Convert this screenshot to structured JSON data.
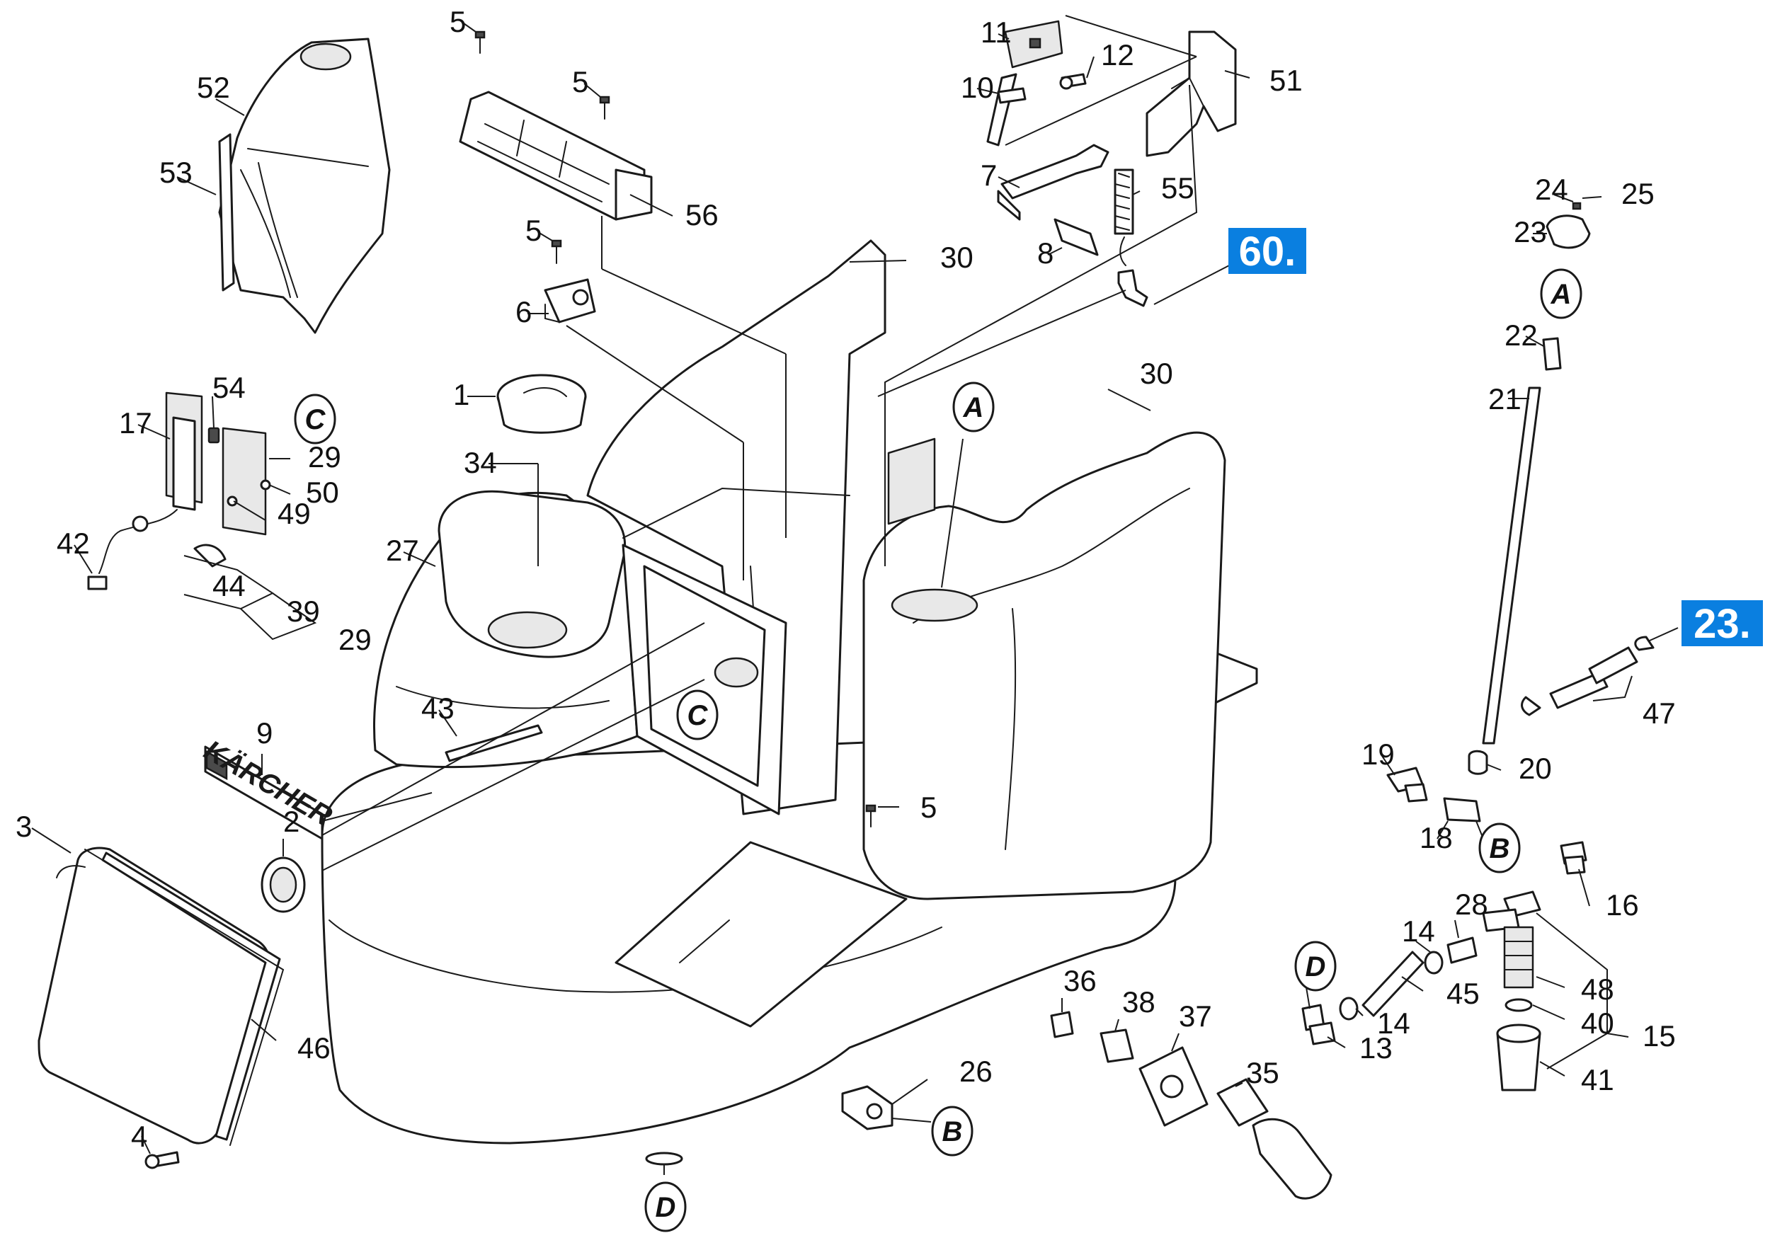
{
  "diagram": {
    "brand_logo_text": "KÄRCHER",
    "colors": {
      "badge": "#0a7fe0",
      "line": "#1a1a1a"
    },
    "badges": [
      {
        "id": "badge-60",
        "text": "60."
      },
      {
        "id": "badge-23",
        "text": "23."
      }
    ],
    "ref_markers": [
      {
        "id": "ref-a-top",
        "text": "A"
      },
      {
        "id": "ref-a-body",
        "text": "A"
      },
      {
        "id": "ref-b-right",
        "text": "B"
      },
      {
        "id": "ref-b-bottom",
        "text": "B"
      },
      {
        "id": "ref-c-top",
        "text": "C"
      },
      {
        "id": "ref-c-body",
        "text": "C"
      },
      {
        "id": "ref-d-right",
        "text": "D"
      },
      {
        "id": "ref-d-bottom",
        "text": "D"
      }
    ],
    "part_labels": [
      {
        "id": "p1",
        "text": "1"
      },
      {
        "id": "p2",
        "text": "2"
      },
      {
        "id": "p3",
        "text": "3"
      },
      {
        "id": "p4",
        "text": "4"
      },
      {
        "id": "p5a",
        "text": "5"
      },
      {
        "id": "p5b",
        "text": "5"
      },
      {
        "id": "p5c",
        "text": "5"
      },
      {
        "id": "p5d",
        "text": "5"
      },
      {
        "id": "p6",
        "text": "6"
      },
      {
        "id": "p7",
        "text": "7"
      },
      {
        "id": "p8",
        "text": "8"
      },
      {
        "id": "p9",
        "text": "9"
      },
      {
        "id": "p10",
        "text": "10"
      },
      {
        "id": "p11",
        "text": "11"
      },
      {
        "id": "p12",
        "text": "12"
      },
      {
        "id": "p13",
        "text": "13"
      },
      {
        "id": "p14a",
        "text": "14"
      },
      {
        "id": "p14b",
        "text": "14"
      },
      {
        "id": "p15",
        "text": "15"
      },
      {
        "id": "p16",
        "text": "16"
      },
      {
        "id": "p17",
        "text": "17"
      },
      {
        "id": "p18",
        "text": "18"
      },
      {
        "id": "p19",
        "text": "19"
      },
      {
        "id": "p20",
        "text": "20"
      },
      {
        "id": "p21",
        "text": "21"
      },
      {
        "id": "p22",
        "text": "22"
      },
      {
        "id": "p23",
        "text": "23"
      },
      {
        "id": "p24",
        "text": "24"
      },
      {
        "id": "p25",
        "text": "25"
      },
      {
        "id": "p26",
        "text": "26"
      },
      {
        "id": "p27",
        "text": "27"
      },
      {
        "id": "p28",
        "text": "28"
      },
      {
        "id": "p29a",
        "text": "29"
      },
      {
        "id": "p29b",
        "text": "29"
      },
      {
        "id": "p30a",
        "text": "30"
      },
      {
        "id": "p30b",
        "text": "30"
      },
      {
        "id": "p34",
        "text": "34"
      },
      {
        "id": "p35",
        "text": "35"
      },
      {
        "id": "p36",
        "text": "36"
      },
      {
        "id": "p37",
        "text": "37"
      },
      {
        "id": "p38",
        "text": "38"
      },
      {
        "id": "p39",
        "text": "39"
      },
      {
        "id": "p40",
        "text": "40"
      },
      {
        "id": "p41",
        "text": "41"
      },
      {
        "id": "p42",
        "text": "42"
      },
      {
        "id": "p43",
        "text": "43"
      },
      {
        "id": "p44",
        "text": "44"
      },
      {
        "id": "p45",
        "text": "45"
      },
      {
        "id": "p46",
        "text": "46"
      },
      {
        "id": "p47",
        "text": "47"
      },
      {
        "id": "p48",
        "text": "48"
      },
      {
        "id": "p49",
        "text": "49"
      },
      {
        "id": "p50",
        "text": "50"
      },
      {
        "id": "p51",
        "text": "51"
      },
      {
        "id": "p52",
        "text": "52"
      },
      {
        "id": "p53",
        "text": "53"
      },
      {
        "id": "p54",
        "text": "54"
      },
      {
        "id": "p55",
        "text": "55"
      },
      {
        "id": "p56",
        "text": "56"
      }
    ]
  }
}
